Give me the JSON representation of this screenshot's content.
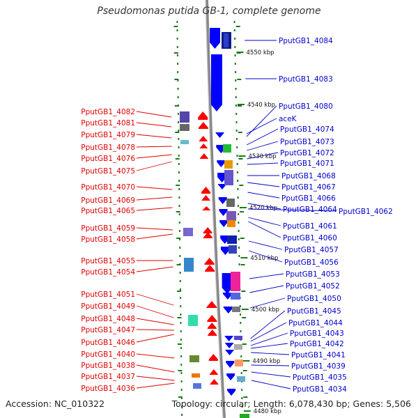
{
  "title": "Pseudomonas putida GB-1, complete genome",
  "footer": {
    "accession": "Accession: NC_010322",
    "summary": "Topology: circular; Length: 6,078,430 bp; Genes: 5,506"
  },
  "colors": {
    "left_label": "#e00000",
    "right_label": "#0000cc",
    "forward_gene": "#ff0000",
    "reverse_gene": "#0000ff",
    "backbone": "#888888",
    "tick": "#1a7a1a"
  },
  "scale_labels": [
    "4550 kbp",
    "4540 kbp",
    "4530 kbp",
    "4520 kbp",
    "4510 kbp",
    "4500 kbp",
    "4490 kbp",
    "4480 kbp"
  ],
  "left_genes": [
    "PputGB1_4082",
    "PputGB1_4081",
    "PputGB1_4079",
    "PputGB1_4078",
    "PputGB1_4076",
    "PputGB1_4075",
    "PputGB1_4070",
    "PputGB1_4069",
    "PputGB1_4065",
    "PputGB1_4059",
    "PputGB1_4058",
    "PputGB1_4055",
    "PputGB1_4054",
    "PputGB1_4051",
    "PputGB1_4049",
    "PputGB1_4048",
    "PputGB1_4047",
    "PputGB1_4046",
    "PputGB1_4040",
    "PputGB1_4038",
    "PputGB1_4037",
    "PputGB1_4036"
  ],
  "right_genes": [
    "PputGB1_4084",
    "PputGB1_4083",
    "PputGB1_4080",
    "aceK",
    "PputGB1_4074",
    "PputGB1_4073",
    "PputGB1_4072",
    "PputGB1_4071",
    "PputGB1_4068",
    "PputGB1_4067",
    "PputGB1_4066",
    "PputGB1_4064",
    "PputGB1_4062",
    "PputGB1_4061",
    "PputGB1_4060",
    "PputGB1_4057",
    "PputGB1_4056",
    "PputGB1_4053",
    "PputGB1_4052",
    "PputGB1_4050",
    "PputGB1_4045",
    "PputGB1_4044",
    "PputGB1_4043",
    "PputGB1_4042",
    "PputGB1_4041",
    "PputGB1_4039",
    "PputGB1_4035",
    "PputGB1_4034"
  ]
}
